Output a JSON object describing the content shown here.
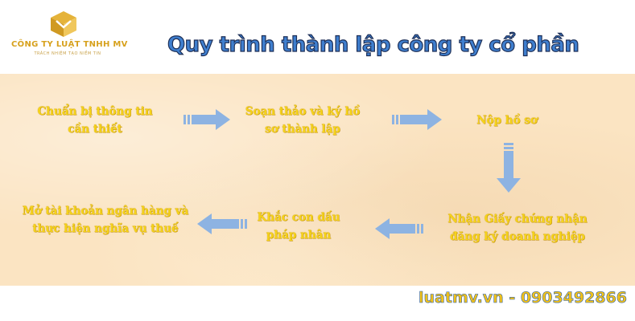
{
  "logo": {
    "name": "CÔNG TY LUẬT TNHH MV",
    "slogan": "TRÁCH NHIỆM TẠO NIỀM TIN",
    "gold": "#d7a11d"
  },
  "title": "Quy trình thành lập công ty cổ phần",
  "steps": [
    "Chuẩn bị thông tin cần thiết",
    "Soạn thảo và ký hồ sơ thành lập",
    "Nộp hồ sơ",
    "Nhận Giấy chứng nhận đăng ký doanh nghiệp",
    "Khắc con dấu pháp nhân",
    "Mở tài khoản ngân hàng và thực hiện nghĩa vụ thuế"
  ],
  "footer": "luatmv.vn - 0903492866",
  "colors": {
    "title": "#3f7fcf",
    "step_text": "#f6d31b",
    "arrow": "#8db3e2",
    "banner": "#fbe4c2"
  }
}
